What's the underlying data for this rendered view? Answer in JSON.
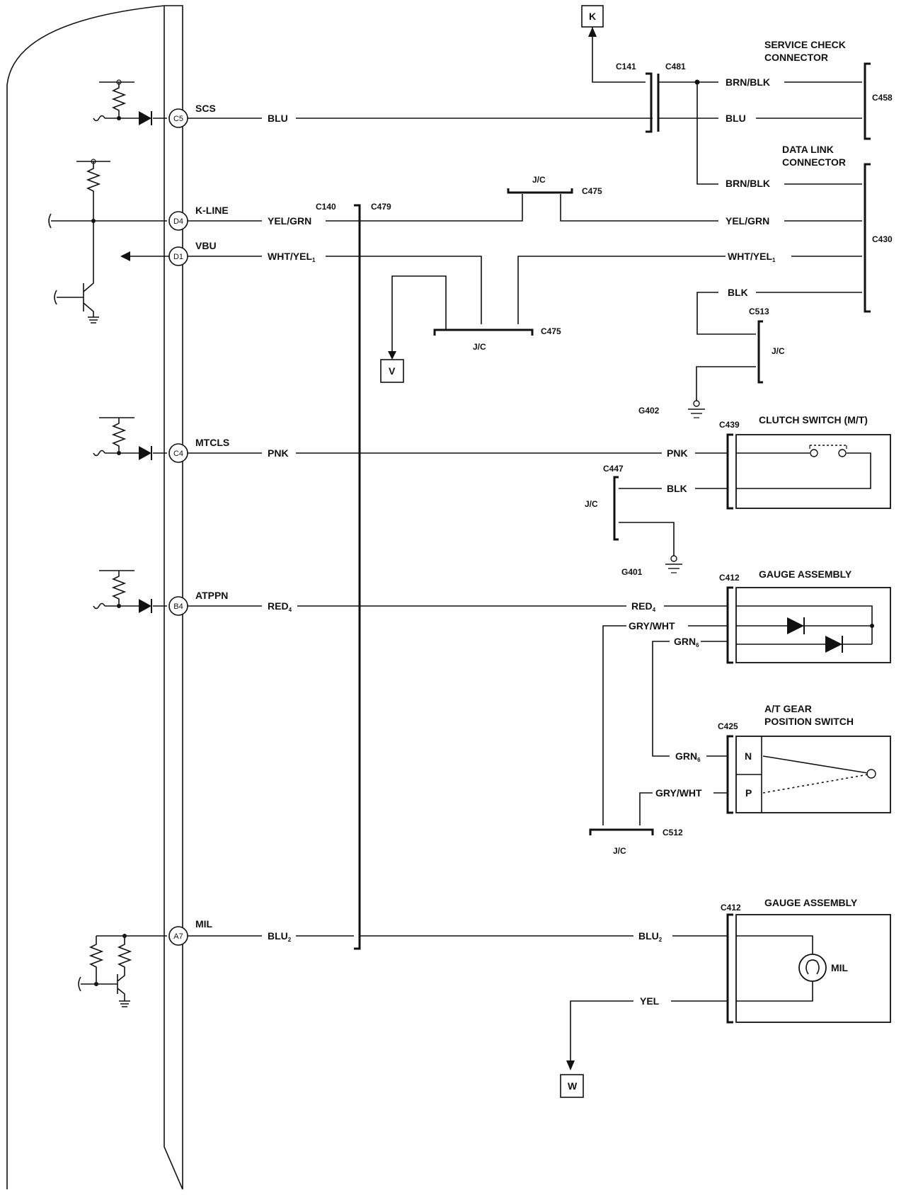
{
  "pins": {
    "c5": "C5",
    "d4": "D4",
    "d1": "D1",
    "c4": "C4",
    "b4": "B4",
    "a7": "A7"
  },
  "signals": {
    "scs": "SCS",
    "kline": "K-LINE",
    "vbu": "VBU",
    "mtcls": "MTCLS",
    "atppn": "ATPPN",
    "mil": "MIL"
  },
  "wires": {
    "blu": "BLU",
    "yel_grn": "YEL/GRN",
    "wht_yel": "WHT/YEL",
    "wht_yel_sub": "1",
    "pnk": "PNK",
    "red": "RED",
    "red_sub": "4",
    "blu2": "BLU",
    "blu2_sub": "2",
    "brn_blk": "BRN/BLK",
    "blk": "BLK",
    "gry_wht": "GRY/WHT",
    "grn": "GRN",
    "grn_sub": "6",
    "yel": "YEL"
  },
  "connectors": {
    "c140": "C140",
    "c479": "C479",
    "c141": "C141",
    "c481": "C481",
    "c458": "C458",
    "c430": "C430",
    "c475": "C475",
    "c513": "C513",
    "c439": "C439",
    "c447": "C447",
    "c412": "C412",
    "c425": "C425",
    "c512": "C512"
  },
  "grounds": {
    "g402": "G402",
    "g401": "G401"
  },
  "jc": "J/C",
  "refs": {
    "k": "K",
    "v": "V",
    "w": "W"
  },
  "components": {
    "service_check_1": "SERVICE CHECK",
    "service_check_2": "CONNECTOR",
    "data_link_1": "DATA LINK",
    "data_link_2": "CONNECTOR",
    "clutch_switch": "CLUTCH SWITCH (M/T)",
    "gauge_assembly": "GAUGE ASSEMBLY",
    "at_gear_1": "A/T GEAR",
    "at_gear_2": "POSITION SWITCH",
    "pos_n": "N",
    "pos_p": "P",
    "mil_lamp": "MIL"
  }
}
